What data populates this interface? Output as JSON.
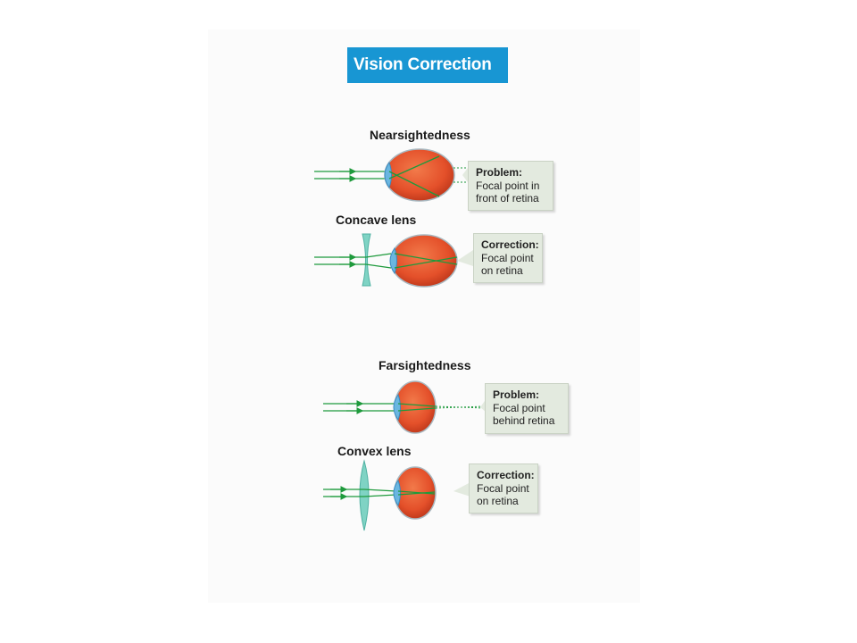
{
  "title": "Vision Correction",
  "panels": [
    {
      "heading": "Nearsightedness",
      "callout_title": "Problem:",
      "callout_text": "Focal point in\nfront of retina"
    },
    {
      "heading": "Concave lens",
      "callout_title": "Correction:",
      "callout_text": "Focal point\non retina"
    },
    {
      "heading": "Farsightedness",
      "callout_title": "Problem:",
      "callout_text": "Focal point\nbehind retina"
    },
    {
      "heading": "Convex lens",
      "callout_title": "Correction:",
      "callout_text": "Focal point\non retina"
    }
  ],
  "colors": {
    "title_background": "#1896d3",
    "eyeball": "#e4502a",
    "light_rays": "#1e9a3c",
    "lens": "#7fd3c4",
    "callout_background": "#e3eadf"
  }
}
